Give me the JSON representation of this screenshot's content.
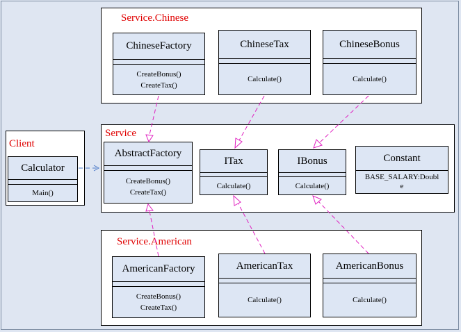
{
  "packages": {
    "chinese": {
      "title": "Service.Chinese"
    },
    "service": {
      "title": "Service"
    },
    "american": {
      "title": "Service.American"
    },
    "client": {
      "title": "Client"
    }
  },
  "classes": {
    "chinese_factory": {
      "name": "ChineseFactory",
      "ops": [
        "CreateBonus()",
        "CreateTax()"
      ]
    },
    "chinese_tax": {
      "name": "ChineseTax",
      "ops": [
        "Calculate()"
      ]
    },
    "chinese_bonus": {
      "name": "ChineseBonus",
      "ops": [
        "Calculate()"
      ]
    },
    "abstract_factory": {
      "name": "AbstractFactory",
      "ops": [
        "CreateBonus()",
        "CreateTax()"
      ]
    },
    "itax": {
      "name": "ITax",
      "ops": [
        "Calculate()"
      ]
    },
    "ibonus": {
      "name": "IBonus",
      "ops": [
        "Calculate()"
      ]
    },
    "constant": {
      "name": "Constant",
      "attrs": [
        "BASE_SALARY:Doubl",
        "e"
      ]
    },
    "american_factory": {
      "name": "AmericanFactory",
      "ops": [
        "CreateBonus()",
        "CreateTax()"
      ]
    },
    "american_tax": {
      "name": "AmericanTax",
      "ops": [
        "Calculate()"
      ]
    },
    "american_bonus": {
      "name": "AmericanBonus",
      "ops": [
        "Calculate()"
      ]
    },
    "calculator": {
      "name": "Calculator",
      "ops": [
        "Main()"
      ]
    }
  },
  "colors": {
    "realization": "#e020c0",
    "dependency": "#4a78c8",
    "package_title": "#e00000",
    "class_fill": "#dde6f4"
  }
}
